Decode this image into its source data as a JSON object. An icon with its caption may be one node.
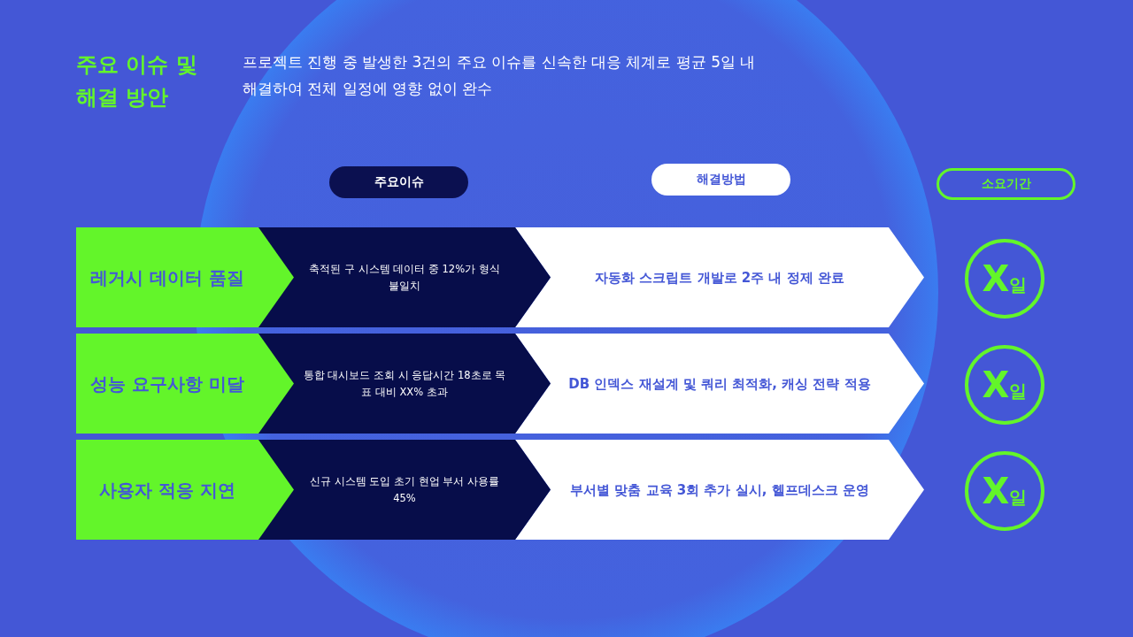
{
  "diagram": {
    "title": "주요 이슈 및 해결 방안",
    "nodes": [
      {
        "text": [
          "주요이슈"
        ]
      },
      {
        "text": [
          "해결방법"
        ]
      },
      {
        "text": [
          "소요기간"
        ]
      },
      {
        "text": [
          "레거시 데이터 품질"
        ]
      },
      {
        "text": [
          "축적된 구 시스템 데이터 중 12%가 형식 불일치"
        ]
      },
      {
        "text": [
          "자동화 스크립트 개발로 2주 내 정제 완료"
        ]
      },
      {
        "text": [
          "X일"
        ]
      },
      {
        "text": [
          "성능 요구사항 미달"
        ]
      },
      {
        "text": [
          "통합 대시보드 조회 시 응답시간 18초로 목표 대비 XX% 초과"
        ]
      },
      {
        "text": [
          "DB 인덱스 재설계 및 쿼리 최적화, 캐싱 전략 적용"
        ]
      },
      {
        "text": [
          "X일"
        ]
      },
      {
        "text": [
          "사용자 적응 지연"
        ]
      },
      {
        "text": [
          "신규 시스템 도입 초기 현업 부서 사용률 45%"
        ]
      },
      {
        "text": [
          "부서별 맞춤 교육 3회 추가 실시, 헬프데스크 운영"
        ]
      },
      {
        "text": [
          "X일"
        ]
      }
    ],
    "labels": [
      "프로젝트 진행 중 발생한 3건의 주요 이슈를 신속한 대응 체계로 평균 5일 내 해결하여 전체 일정에 영향 없이 완수"
    ]
  }
}
